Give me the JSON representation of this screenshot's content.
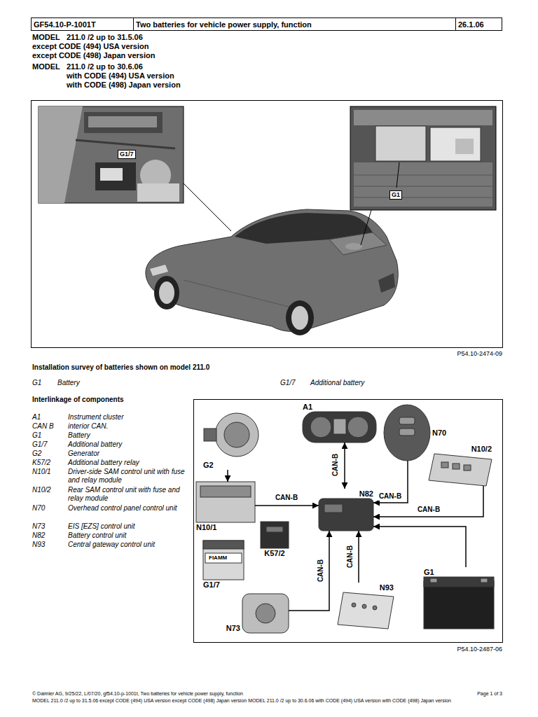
{
  "diagram": {
    "nodes": [
      {
        "text": [
          "G2"
        ]
      },
      {
        "text": [
          "A1"
        ]
      },
      {
        "text": [
          "N70"
        ]
      },
      {
        "text": [
          "N10/2"
        ]
      },
      {
        "text": [
          "N10/1"
        ]
      },
      {
        "text": [
          "N82"
        ]
      },
      {
        "text": [
          "K57/2"
        ]
      },
      {
        "text": [
          "G1/7"
        ]
      },
      {
        "text": [
          "N73"
        ]
      },
      {
        "text": [
          "N93"
        ]
      },
      {
        "text": [
          "G1"
        ]
      }
    ],
    "edges": [
      {
        "from": 0,
        "to": 4,
        "arrow": "to"
      },
      {
        "from": 1,
        "to": 5,
        "label": "CAN-B",
        "arrow": "both"
      },
      {
        "from": 4,
        "to": 5,
        "label": "CAN-B",
        "arrow": "to"
      },
      {
        "from": 2,
        "to": 5,
        "label": "CAN-B",
        "arrow": "to"
      },
      {
        "from": 3,
        "to": 5,
        "label": "CAN-B",
        "arrow": "to"
      },
      {
        "from": 10,
        "to": 5,
        "arrow": "to"
      },
      {
        "from": 8,
        "to": 5,
        "label": "CAN-B",
        "arrow": "to"
      },
      {
        "from": 9,
        "to": 5,
        "label": "CAN-B",
        "arrow": "to"
      }
    ],
    "labels": [
      "GF54.10-P-1001T",
      "Two batteries for vehicle power supply, function",
      "26.1.06",
      "MODEL",
      "211.0 /2 up to 31.5.06",
      "except CODE (494) USA version",
      "except CODE (498) Japan version",
      "MODEL",
      "211.0 /2 up to 30.6.06",
      "with CODE (494) USA version",
      "with CODE (498) Japan version",
      "G1/7",
      "G1",
      "P54.10-2474-09",
      "Installation survey of batteries shown on model 211.0",
      "G1",
      "Battery",
      "G1/7",
      "Additional battery",
      "Interlinkage of components",
      "A1",
      "Instrument cluster",
      "CAN B",
      "interior CAN.",
      "G1",
      "Battery",
      "G1/7",
      "Additional battery",
      "G2",
      "Generator",
      "K57/2",
      "Additional battery relay",
      "N10/1",
      "Driver-side SAM control unit with fuse and relay module",
      "N10/2",
      "Rear SAM control unit with fuse and relay module",
      "N70",
      "Overhead control panel control unit",
      "N73",
      "EIS [EZS] control unit",
      "N82",
      "Battery control unit",
      "N93",
      "Central gateway control unit",
      "FIAMM",
      "P54.10-2487-06",
      "© Daimler AG, 9/25/22, L/07/20, gf54.10-p-1001t, Two batteries for vehicle power supply, function",
      "Page 1 of 3",
      "MODEL 211.0 /2 up to 31.5.06 except CODE (494) USA version except CODE (498) Japan version MODEL 211.0 /2 up to 30.6.06 with CODE (494) USA version with CODE (498) Japan version"
    ]
  }
}
